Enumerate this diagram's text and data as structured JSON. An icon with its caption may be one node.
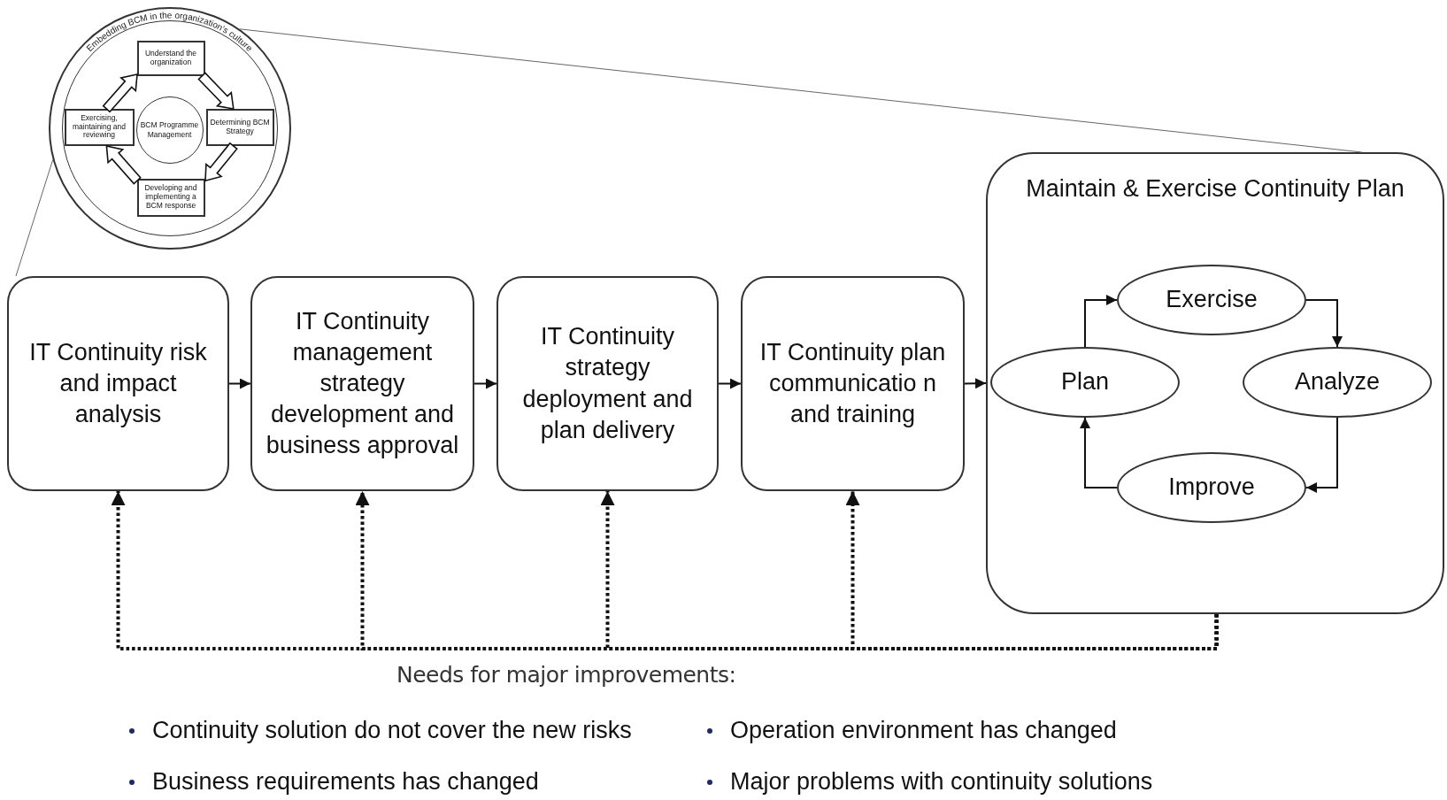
{
  "diagram": {
    "nodes": [
      {
        "text": [
          "Embedding BCM in the organization's culture"
        ]
      },
      {
        "text": [
          "Understand the organization"
        ],
        "in": 0
      },
      {
        "text": [
          "BCM Programme Management"
        ],
        "in": 0
      },
      {
        "text": [
          "Exercising, maintaining and reviewing"
        ],
        "in": 0
      },
      {
        "text": [
          "Determining BCM Strategy"
        ],
        "in": 0
      },
      {
        "text": [
          "Developing and implementing a BCM response"
        ],
        "in": 0
      },
      {
        "text": [
          "IT Continuity risk and impact analysis"
        ]
      },
      {
        "text": [
          "IT Continuity management strategy development and business approval"
        ]
      },
      {
        "text": [
          "IT Continuity strategy deployment and plan delivery"
        ]
      },
      {
        "text": [
          "IT Continuity plan communicatio n and training"
        ]
      },
      {
        "text": [
          "Maintain & Exercise Continuity Plan"
        ]
      },
      {
        "text": [
          "Exercise"
        ],
        "in": 10
      },
      {
        "text": [
          "Plan"
        ],
        "in": 10
      },
      {
        "text": [
          "Analyze"
        ],
        "in": 10
      },
      {
        "text": [
          "Improve"
        ],
        "in": 10
      }
    ],
    "edges": [
      {
        "from": 1,
        "to": 4,
        "arrow": "to"
      },
      {
        "from": 4,
        "to": 5,
        "arrow": "to"
      },
      {
        "from": 5,
        "to": 3,
        "arrow": "to"
      },
      {
        "from": 3,
        "to": 1,
        "arrow": "to"
      },
      {
        "from": 0,
        "to": 10,
        "arrow": "none"
      },
      {
        "from": 0,
        "to": 6,
        "arrow": "none"
      },
      {
        "from": 6,
        "to": 7,
        "arrow": "to"
      },
      {
        "from": 7,
        "to": 8,
        "arrow": "to"
      },
      {
        "from": 8,
        "to": 9,
        "arrow": "to"
      },
      {
        "from": 9,
        "to": 10,
        "arrow": "to"
      },
      {
        "from": 12,
        "to": 11,
        "arrow": "to"
      },
      {
        "from": 11,
        "to": 13,
        "arrow": "to"
      },
      {
        "from": 13,
        "to": 14,
        "arrow": "to"
      },
      {
        "from": 14,
        "to": 12,
        "arrow": "to"
      },
      {
        "from": 10,
        "to": 6,
        "arrow": "to",
        "style": "dashed"
      },
      {
        "from": 10,
        "to": 7,
        "arrow": "to",
        "style": "dashed"
      },
      {
        "from": 10,
        "to": 8,
        "arrow": "to",
        "style": "dashed"
      },
      {
        "from": 10,
        "to": 9,
        "arrow": "to",
        "style": "dashed"
      }
    ],
    "labels": [
      "Needs for major improvements:",
      "Continuity solution do not cover the new risks",
      "Operation environment has changed",
      "Business requirements has changed",
      "Major problems with continuity solutions"
    ]
  }
}
